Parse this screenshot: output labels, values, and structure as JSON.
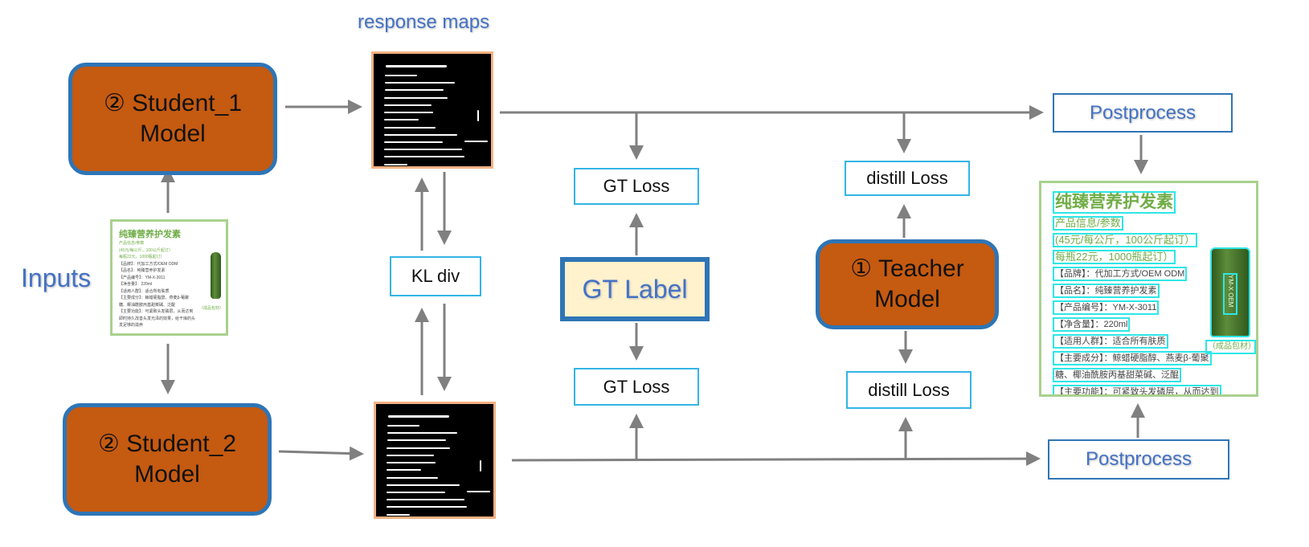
{
  "title": "response maps",
  "inputs_label": "Inputs",
  "student1": {
    "line1": "② Student_1",
    "line2": "Model"
  },
  "student2": {
    "line1": "② Student_2",
    "line2": "Model"
  },
  "teacher": {
    "line1": "① Teacher",
    "line2": "Model"
  },
  "kl_div": "KL div",
  "gt_loss_top": "GT Loss",
  "gt_loss_bottom": "GT Loss",
  "gt_label": "GT Label",
  "distill_loss_top": "distill Loss",
  "distill_loss_bottom": "distill Loss",
  "postprocess_top": "Postprocess",
  "postprocess_bottom": "Postprocess",
  "product": {
    "title": "纯臻营养护发素",
    "subtitle": "产品信息/参数",
    "price1": "(45元/每公斤，100公斤起订）",
    "price2": "每瓶22元，1000瓶起订）",
    "lines": [
      "【品牌】：代加工方式/OEM ODM",
      "【品名】：纯臻营养护发素",
      "【产品编号】：YM-X-3011",
      "【净含量】：220ml",
      "【适用人群】：适合所有肤质",
      "【主要成分】：鲸蜡硬脂醇、燕麦β-葡聚",
      "糖、椰油酰胺丙基甜菜碱、泛醌",
      "【主要功能】：可紧致头发磷层，从而达到",
      "即时持久改善头发光泽的效果，给干燥的头",
      "发足够的滋养"
    ],
    "badge": "（成品包材）",
    "bottle_text": "YM-X OEM"
  },
  "colors": {
    "model_fill": "#C55A11",
    "model_border": "#2E75B6",
    "accent_text": "#4472C4",
    "loss_border": "#33B5E5",
    "label_fill": "#FFF2CC",
    "map_border": "#F4B183",
    "arrow": "#808080",
    "detect_box": "#2EE6E6"
  }
}
